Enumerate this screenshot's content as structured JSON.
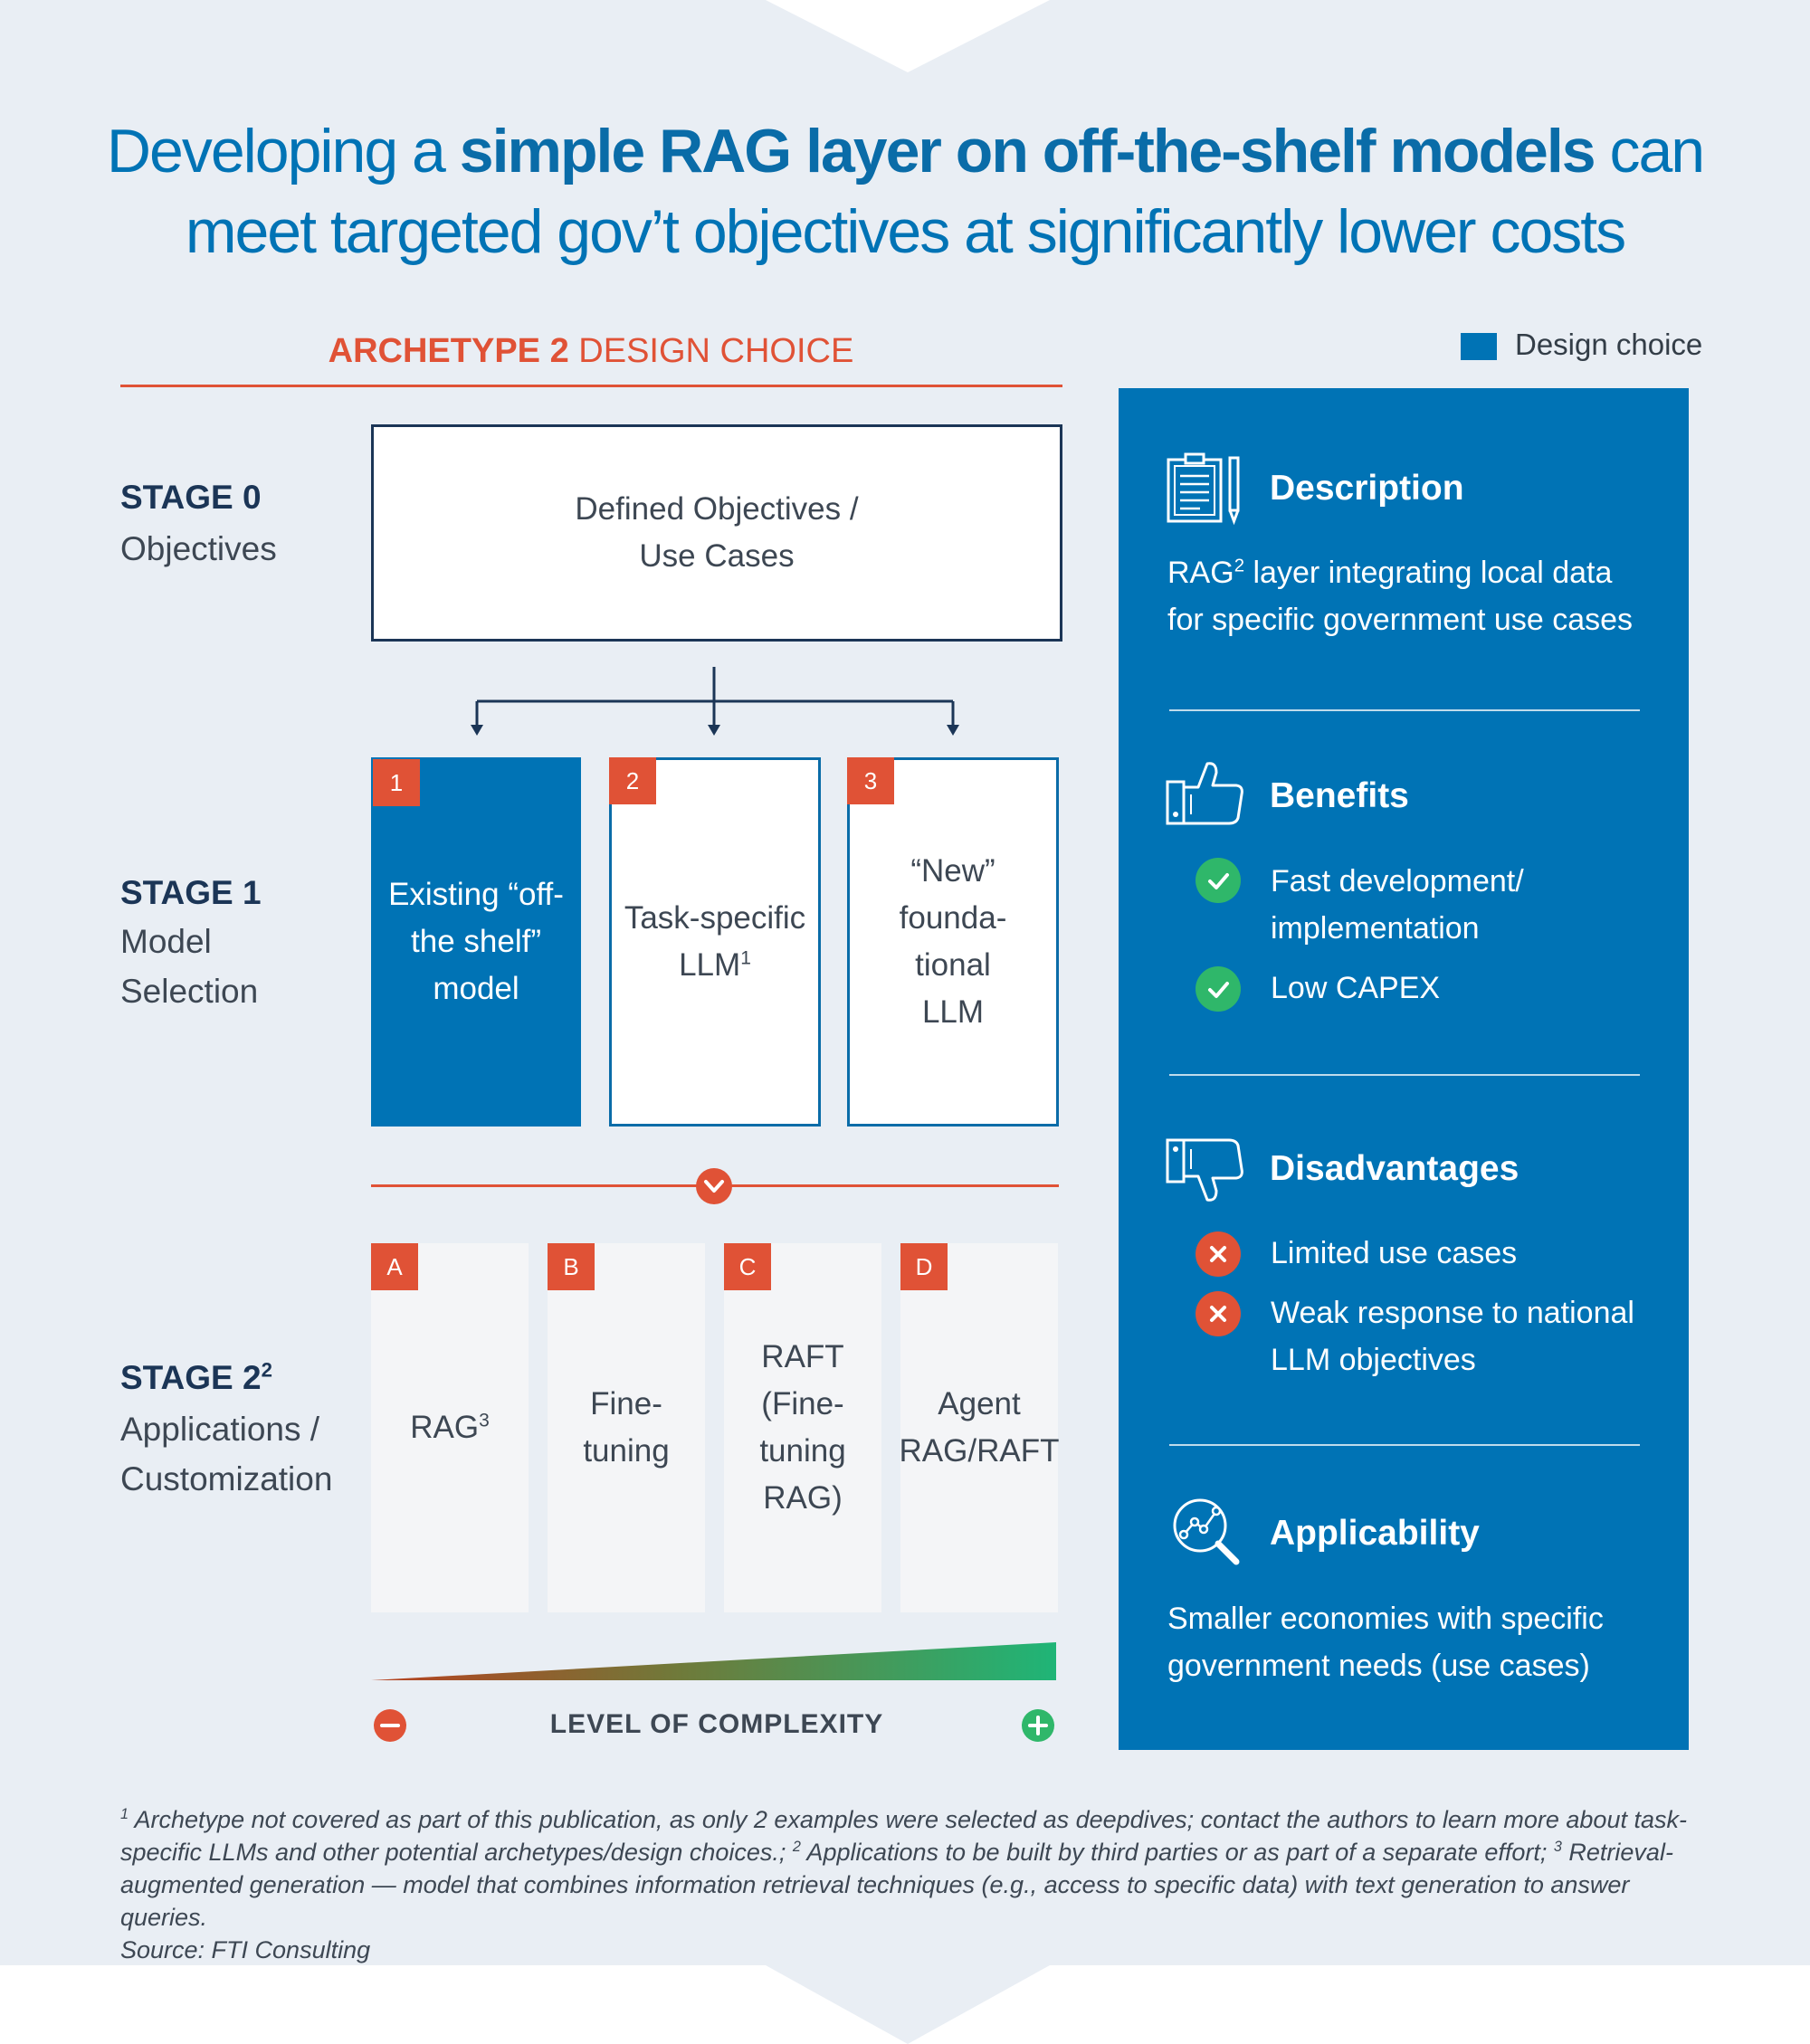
{
  "title": {
    "line1_pre": "Developing a ",
    "line1_bold": "simple RAG layer on off-the-shelf models",
    "line1_post": " can",
    "line2": "meet targeted gov’t objectives at significantly lower costs"
  },
  "archetype": {
    "bold": "ARCHETYPE 2",
    "rest": " DESIGN CHOICE"
  },
  "legend": {
    "label": "Design choice",
    "color": "#0073b5"
  },
  "stage0": {
    "heading": "STAGE 0",
    "subtitle": "Objectives",
    "box_line1": "Defined Objectives /",
    "box_line2": "Use Cases"
  },
  "stage1": {
    "heading": "STAGE 1",
    "subtitle_line1": "Model",
    "subtitle_line2": "Selection",
    "options": [
      {
        "badge": "1",
        "lines": [
          "Existing “off-",
          "the shelf”",
          "model"
        ],
        "selected": true
      },
      {
        "badge": "2",
        "lines": [
          "Task-specific",
          "LLM"
        ],
        "sup": "1",
        "selected": false
      },
      {
        "badge": "3",
        "lines": [
          "“New”",
          "founda-",
          "tional",
          "LLM"
        ],
        "selected": false
      }
    ]
  },
  "stage2": {
    "heading": "STAGE 2",
    "heading_sup": "2",
    "subtitle_line1": "Applications /",
    "subtitle_line2": "Customization",
    "options": [
      {
        "badge": "A",
        "lines": [
          "RAG"
        ],
        "sup": "3"
      },
      {
        "badge": "B",
        "lines": [
          "Fine-",
          "tuning"
        ]
      },
      {
        "badge": "C",
        "lines": [
          "RAFT",
          "(Fine-",
          "tuning",
          "RAG)"
        ]
      },
      {
        "badge": "D",
        "lines": [
          "Agent",
          "RAG/RAFT"
        ]
      }
    ]
  },
  "complexity": {
    "label": "LEVEL OF COMPLEXITY",
    "minus": "−",
    "plus": "+"
  },
  "panel": {
    "description": {
      "heading": "Description",
      "text_line1_pre": "RAG",
      "text_line1_sup": "2",
      "text_line1_post": " layer integrating local data",
      "text_line2": "for specific government use cases"
    },
    "benefits": {
      "heading": "Benefits",
      "item1_line1": "Fast development/",
      "item1_line2": "implementation",
      "item2": "Low CAPEX"
    },
    "disadvantages": {
      "heading": "Disadvantages",
      "item1": "Limited use cases",
      "item2_line1": "Weak response to national",
      "item2_line2": "LLM objectives"
    },
    "applicability": {
      "heading": "Applicability",
      "text_line1": "Smaller economies with specific",
      "text_line2": "government needs (use cases)"
    }
  },
  "footnote": {
    "n1_sup": "1",
    "n1": " Archetype not covered as part of this publication, as only 2 examples were selected as deepdives; contact the authors to learn more about task-specific LLMs and other potential archetypes/design choices.; ",
    "n2_sup": "2",
    "n2": " Applications to be built by third parties or as part of a separate effort; ",
    "n3_sup": "3",
    "n3": " Retrieval-augmented generation — model that combines information retrieval techniques (e.g., access to specific data) with text generation to answer queries.",
    "source": "Source: FTI Consulting"
  },
  "colors": {
    "blue": "#0073b5",
    "navy": "#1b3556",
    "red": "#e05236",
    "green": "#2fb76a",
    "bg": "#e9eef4"
  }
}
